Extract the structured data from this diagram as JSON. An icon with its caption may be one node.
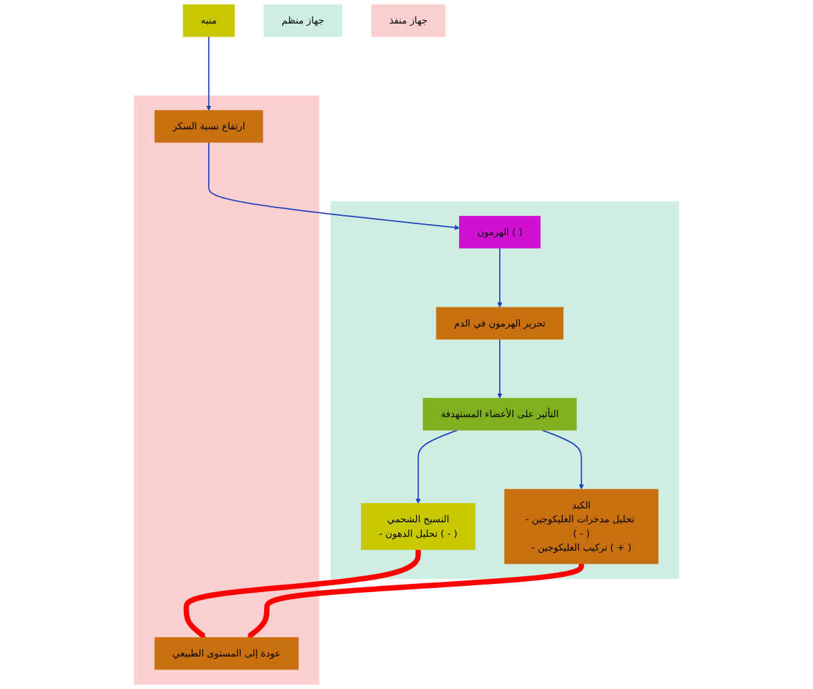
{
  "diagram": {
    "nodes": [
      {
        "text": [
          "منبه"
        ]
      },
      {
        "text": [],
        "shape": "box"
      },
      {
        "text": [
          "الهرمون ( )"
        ],
        "in": 1
      },
      {
        "text": [
          "تحرير الهرمون في الدم"
        ],
        "in": 1
      },
      {
        "text": [
          "التأثير على الأعضاء المستهدفة"
        ],
        "in": 1
      },
      {
        "text": [
          "النسيج الشحمي",
          "- تحليل الدهون ( - )"
        ],
        "in": 1
      },
      {
        "text": [
          "الكبد",
          "- تحليل مدخرات الغليكوجين ( - )",
          "- تركيب الغليكوجين ( + )"
        ],
        "in": 1
      },
      {
        "text": [],
        "shape": "box"
      },
      {
        "text": [
          "ارتفاع نسبة السكر"
        ],
        "in": 7
      },
      {
        "text": [
          "عودة إلى المستوى الطبيعي"
        ],
        "in": 7
      },
      {
        "text": [
          "جهاز منظم"
        ]
      },
      {
        "text": [
          "جهاز منفذ"
        ]
      }
    ],
    "edges": [
      {
        "from": 0,
        "to": 8,
        "arrow": "to"
      },
      {
        "from": 8,
        "to": 2,
        "arrow": "to"
      },
      {
        "from": 2,
        "to": 3,
        "arrow": "to"
      },
      {
        "from": 3,
        "to": 4,
        "arrow": "to"
      },
      {
        "from": 4,
        "to": 5,
        "arrow": "to"
      },
      {
        "from": 4,
        "to": 6,
        "arrow": "to"
      },
      {
        "from": 5,
        "to": 9,
        "arrow": "to",
        "style": "thick",
        "color": "#ff0000"
      },
      {
        "from": 6,
        "to": 9,
        "arrow": "to",
        "style": "thick",
        "color": "#ff0000"
      }
    ]
  }
}
